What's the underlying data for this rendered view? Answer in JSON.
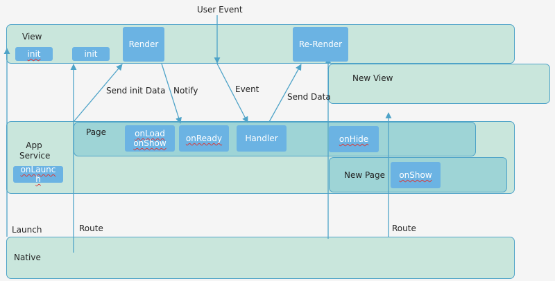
{
  "top": {
    "user_event": "User Event"
  },
  "view_lane": {
    "label": "View",
    "init_1": "init",
    "init_2": "init",
    "render": "Render",
    "rerender": "Re-Render"
  },
  "new_view": {
    "label": "New View"
  },
  "app_service": {
    "label_line1": "App",
    "label_line2": "Service",
    "on_launch_line1": "onLaunc",
    "on_launch_line2": "h"
  },
  "page": {
    "label": "Page",
    "on_load": "onLoad",
    "on_show": "onShow",
    "on_ready": "onReady",
    "handler": "Handler",
    "on_hide": "onHide"
  },
  "new_page": {
    "label": "New Page",
    "on_show": "onShow"
  },
  "arrow_labels": {
    "send_init_data": "Send init Data",
    "notify": "Notify",
    "event": "Event",
    "send_data": "Send Data"
  },
  "native_lane": {
    "label": "Native",
    "launch": "Launch",
    "route_1": "Route",
    "route_2": "Route"
  },
  "colors": {
    "lane_fill": "#c9e6dc",
    "lane_border": "#4ea3c8",
    "page_fill": "#9ed4d6",
    "button_fill": "#6bb3e3",
    "arrow": "#4ea3c8"
  }
}
